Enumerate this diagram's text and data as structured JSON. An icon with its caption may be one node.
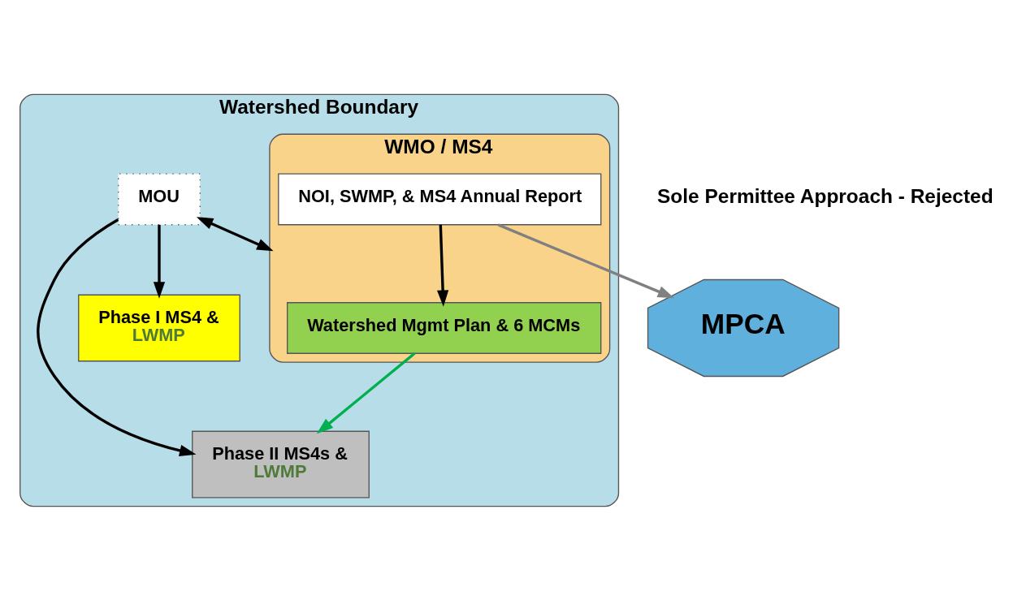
{
  "diagram": {
    "nodes": [
      {
        "text": [
          "Watershed Boundary"
        ]
      },
      {
        "text": [
          "Phase II MS4s &",
          "LWMP"
        ],
        "in": 0
      },
      {
        "text": [
          "Phase I MS4 &",
          "LWMP"
        ],
        "in": 0
      },
      {
        "text": [
          "WMO / MS4"
        ],
        "in": 0
      },
      {
        "text": [
          "Watershed Mgmt Plan & 6 MCMs"
        ],
        "in": 3
      },
      {
        "text": [
          "NOI, SWMP, & MS4 Annual Report"
        ],
        "in": 3
      },
      {
        "text": [
          "MOU"
        ],
        "in": 0
      },
      {
        "text": [
          "MPCA"
        ]
      }
    ],
    "edges": [
      {
        "from": 4,
        "to": 1,
        "arrow": "to",
        "color": "#00b050"
      },
      {
        "from": 6,
        "to": 1,
        "arrow": "to"
      },
      {
        "from": 6,
        "to": 2,
        "arrow": "to"
      },
      {
        "from": 6,
        "to": 3,
        "arrow": "both"
      },
      {
        "from": 5,
        "to": 4,
        "arrow": "to"
      },
      {
        "from": 5,
        "to": 7,
        "arrow": "to",
        "color": "#808080"
      }
    ],
    "labels": [
      "Sole Permittee Approach - Rejected"
    ]
  }
}
